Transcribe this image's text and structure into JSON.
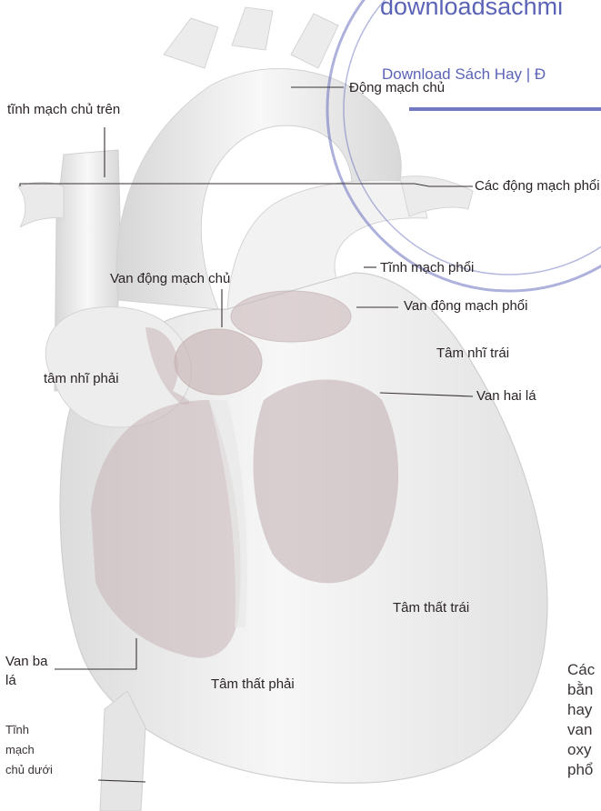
{
  "watermark": {
    "site": "downloadsachmi",
    "tagline": "Download Sách Hay | Đ"
  },
  "labels": {
    "superior_vena_cava": "tĩnh mạch chủ trên",
    "aorta": "Động mạch chủ",
    "pulmonary_arteries": "Các động mạch phổi",
    "pulmonary_veins": "Tĩnh mạch phổi",
    "aortic_valve": "Van động mạch chủ",
    "pulmonary_valve": "Van động mạch phổi",
    "left_atrium": "Tâm nhĩ trái",
    "right_atrium": "tâm nhĩ phải",
    "mitral_valve": "Van hai lá",
    "left_ventricle": "Tâm thất trái",
    "tricuspid_valve_line1": "Van ba",
    "tricuspid_valve_line2": "lá",
    "right_ventricle": "Tâm thất phải",
    "inferior_vena_cava_line1": "Tĩnh",
    "inferior_vena_cava_line2": "mạch",
    "inferior_vena_cava_line3": "chủ dưới"
  },
  "caption_lines": [
    "Các",
    "bằn",
    "hay",
    "van",
    "oxy",
    "phổ"
  ],
  "colors": {
    "heart_fill": "#efefef",
    "chamber_fill": "#c7b3b6",
    "watermark": "#5b63b7",
    "leader_line": "#3a3235"
  }
}
